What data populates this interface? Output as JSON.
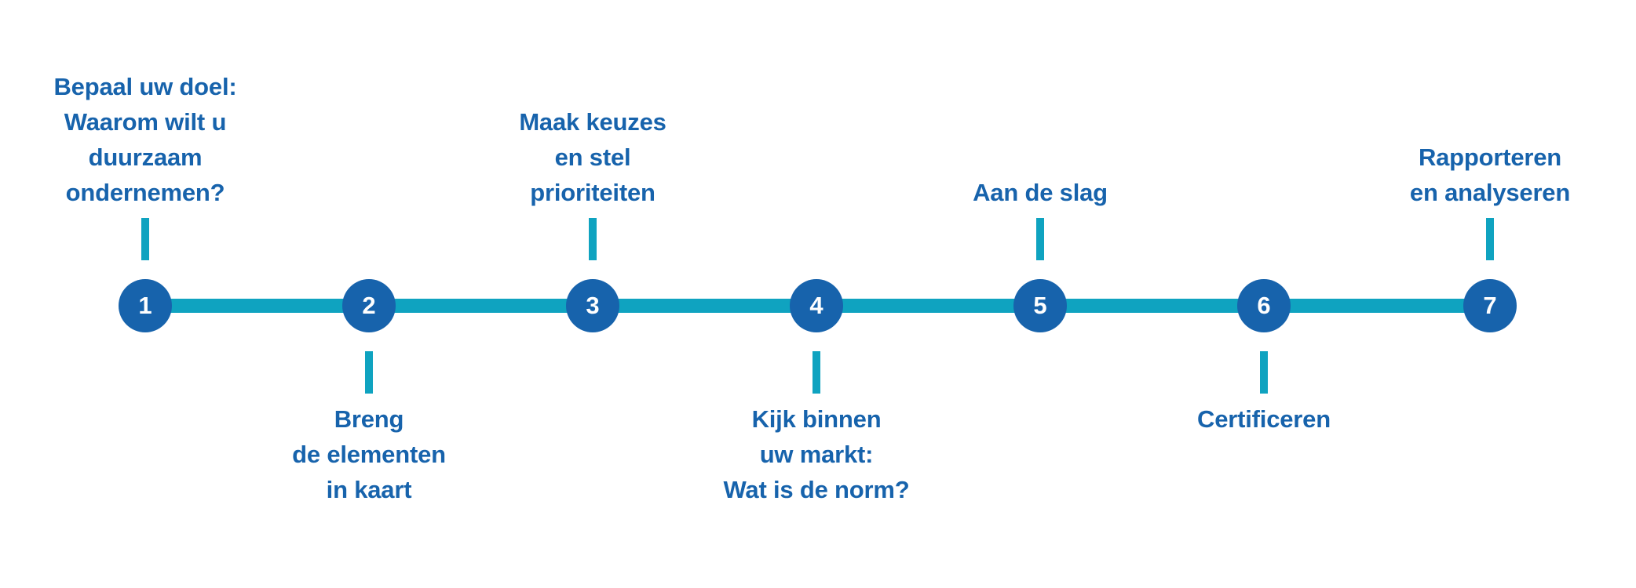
{
  "diagram": {
    "type": "horizontal-timeline",
    "language": "nl",
    "step_count": 7,
    "colors": {
      "node_fill": "#1763AC",
      "node_number": "#FFFFFF",
      "rail": "#0FA3C0",
      "stub": "#0FA3C0",
      "label_text": "#1763AC",
      "background": "#FFFFFF"
    },
    "steps": [
      {
        "number": "1",
        "position": "above",
        "lines": [
          "Bepaal uw doel:",
          "Waarom wilt u",
          "duurzaam",
          "ondernemen?"
        ]
      },
      {
        "number": "2",
        "position": "below",
        "lines": [
          "Breng",
          "de elementen",
          "in kaart"
        ]
      },
      {
        "number": "3",
        "position": "above",
        "lines": [
          "Maak keuzes",
          "en stel",
          "prioriteiten"
        ]
      },
      {
        "number": "4",
        "position": "below",
        "lines": [
          "Kijk binnen",
          "uw markt:",
          "Wat is de norm?"
        ]
      },
      {
        "number": "5",
        "position": "above",
        "lines": [
          "Aan de slag"
        ]
      },
      {
        "number": "6",
        "position": "below",
        "lines": [
          "Certificeren"
        ]
      },
      {
        "number": "7",
        "position": "above",
        "lines": [
          "Rapporteren",
          "en analyseren"
        ]
      }
    ]
  }
}
